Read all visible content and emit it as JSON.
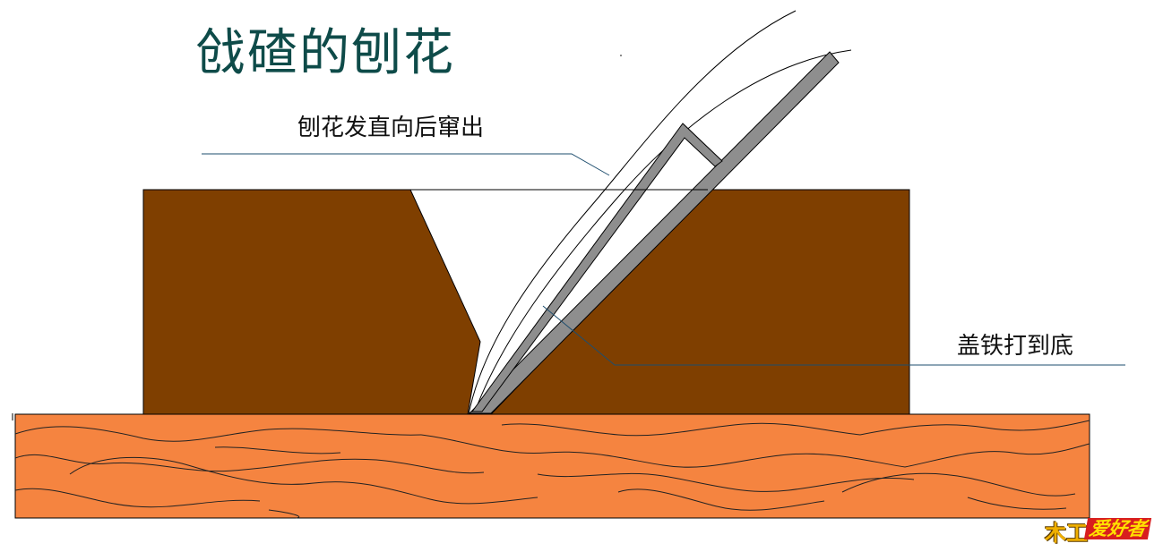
{
  "title": "戗碴的刨花",
  "labels": {
    "shaving_exit": "刨花发直向后窜出",
    "cap_iron": "盖铁打到底"
  },
  "logo": {
    "mark": "木工",
    "text": "爱好者"
  },
  "colors": {
    "title": "#0e4b49",
    "workpiece": "#7f3f00",
    "bench": "#f58440",
    "blade": "#8e8e8e",
    "leader": "#1e4e6e"
  }
}
